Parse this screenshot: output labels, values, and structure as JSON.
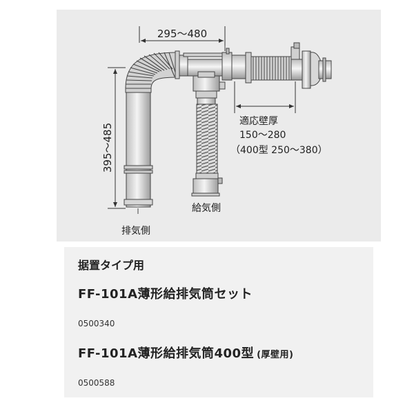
{
  "diagram": {
    "dim_horizontal": "295～480",
    "dim_vertical": "395～485",
    "wall_thickness_label": "適応壁厚",
    "wall_thickness_range": "150～280",
    "wall_thickness_400": "（400型 250～380）",
    "intake_label": "給気側",
    "exhaust_label": "排気側"
  },
  "caption": {
    "subtitle": "据置タイプ用",
    "product1_name": "FF-101A薄形給排気筒セット",
    "product1_code": "0500340",
    "product2_name": "FF-101A薄形給排気筒400型",
    "product2_note": "(厚壁用)",
    "product2_code": "0500588"
  }
}
